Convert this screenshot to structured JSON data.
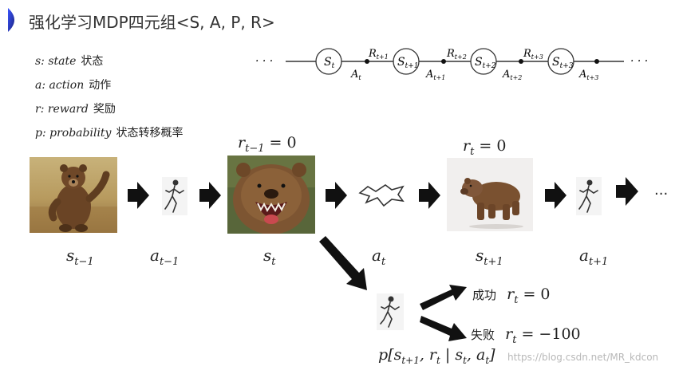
{
  "title": "强化学习MDP四元组<S, A, P, R>",
  "definitions": [
    {
      "symbol": "s: state",
      "meaning": "状态"
    },
    {
      "symbol": "a: action",
      "meaning": "动作"
    },
    {
      "symbol": "r: reward",
      "meaning": "奖励"
    },
    {
      "symbol": "p: probability",
      "meaning": "状态转移概率"
    }
  ],
  "chain": {
    "ellipsis": "· · ·",
    "states": [
      "S",
      "S",
      "S",
      "S"
    ],
    "state_subs": [
      "t",
      "t+1",
      "t+2",
      "t+3"
    ],
    "actions": [
      "A",
      "A",
      "A",
      "A"
    ],
    "action_subs": [
      "t",
      "t+1",
      "t+2",
      "t+3"
    ],
    "rewards": [
      "R",
      "R",
      "R"
    ],
    "reward_subs": [
      "t+1",
      "t+2",
      "t+3"
    ]
  },
  "sequence": {
    "labels": [
      {
        "base": "s",
        "sub": "t−1"
      },
      {
        "base": "a",
        "sub": "t−1"
      },
      {
        "base": "s",
        "sub": "t"
      },
      {
        "base": "a",
        "sub": "t"
      },
      {
        "base": "s",
        "sub": "t+1"
      },
      {
        "base": "a",
        "sub": "t+1"
      }
    ],
    "rewards": [
      {
        "base": "r",
        "sub": "t−1",
        "value": " = 0"
      },
      {
        "base": "r",
        "sub": "t",
        "value": " = 0"
      }
    ],
    "trailing": "···"
  },
  "branch": {
    "success_label": "成功",
    "success_reward": {
      "base": "r",
      "sub": "t",
      "value": " = 0"
    },
    "failure_label": "失败",
    "failure_reward": {
      "base": "r",
      "sub": "t",
      "value": " = −100"
    },
    "transition": "p[s",
    "transition_parts": [
      "t+1",
      ", r",
      "t",
      " | s",
      "t",
      ", a",
      "t",
      "]"
    ]
  },
  "watermark": "https://blog.csdn.net/MR_kdcon",
  "colors": {
    "accent": "#2b3fd6",
    "arrow": "#111111",
    "bear_brown": "#7a5130"
  }
}
